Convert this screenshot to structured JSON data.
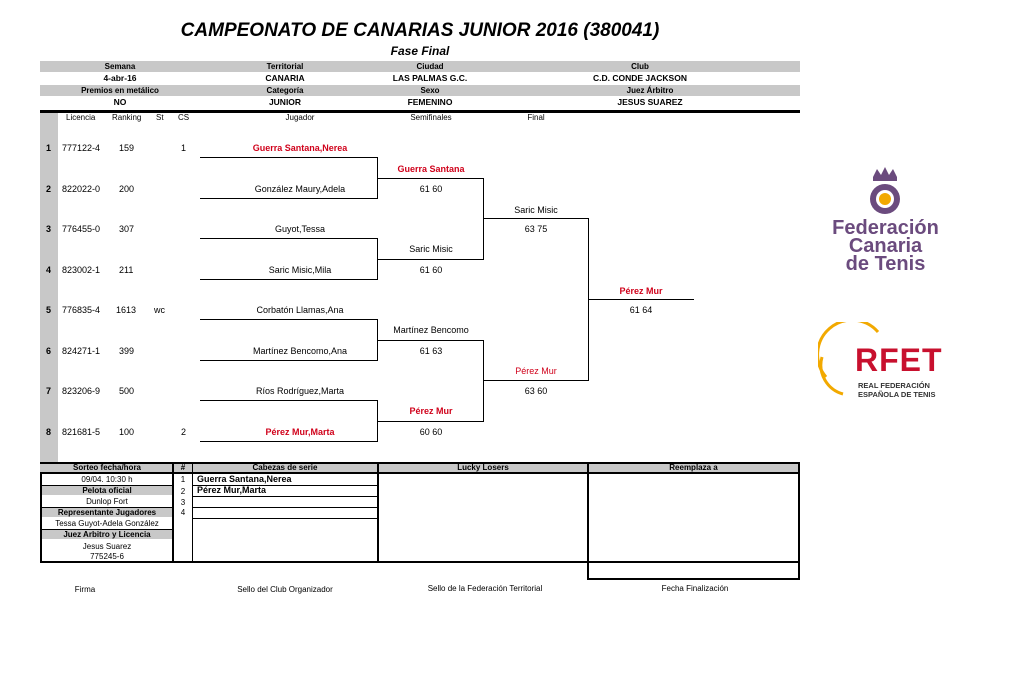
{
  "title": "CAMPEONATO DE CANARIAS JUNIOR 2016 (380041)",
  "subtitle": "Fase Final",
  "info": {
    "semana_label": "Semana",
    "semana": "4-abr-16",
    "territorial_label": "Territorial",
    "territorial": "CANARIA",
    "ciudad_label": "Ciudad",
    "ciudad": "LAS PALMAS G.C.",
    "club_label": "Club",
    "club": "C.D. CONDE JACKSON",
    "premios_label": "Premios en metálico",
    "premios": "NO",
    "categoria_label": "Categoría",
    "categoria": "JUNIOR",
    "sexo_label": "Sexo",
    "sexo": "FEMENINO",
    "juez_label": "Juez Árbitro",
    "juez": "JESUS SUAREZ"
  },
  "columns": {
    "licencia": "Licencia",
    "ranking": "Ranking",
    "st": "St",
    "cs": "CS",
    "jugador": "Jugador",
    "semifinales": "Semifinales",
    "final": "Final"
  },
  "players": [
    {
      "num": "1",
      "licencia": "777122-4",
      "ranking": "159",
      "st": "",
      "cs": "1",
      "name": "Guerra Santana,Nerea"
    },
    {
      "num": "2",
      "licencia": "822022-0",
      "ranking": "200",
      "st": "",
      "cs": "",
      "name": "González Maury,Adela"
    },
    {
      "num": "3",
      "licencia": "776455-0",
      "ranking": "307",
      "st": "",
      "cs": "",
      "name": "Guyot,Tessa"
    },
    {
      "num": "4",
      "licencia": "823002-1",
      "ranking": "211",
      "st": "",
      "cs": "",
      "name": "Saric Misic,Mila"
    },
    {
      "num": "5",
      "licencia": "776835-4",
      "ranking": "1613",
      "st": "wc",
      "cs": "",
      "name": "Corbatón Llamas,Ana"
    },
    {
      "num": "6",
      "licencia": "824271-1",
      "ranking": "399",
      "st": "",
      "cs": "",
      "name": "Martínez Bencomo,Ana"
    },
    {
      "num": "7",
      "licencia": "823206-9",
      "ranking": "500",
      "st": "",
      "cs": "",
      "name": "Ríos Rodríguez,Marta"
    },
    {
      "num": "8",
      "licencia": "821681-5",
      "ranking": "100",
      "st": "",
      "cs": "2",
      "name": "Pérez Mur,Marta"
    }
  ],
  "semifinals": [
    {
      "winner": "Guerra Santana",
      "score": "61 60"
    },
    {
      "winner": "Saric Misic",
      "score": "61 60"
    },
    {
      "winner": "Martínez Bencomo",
      "score": "61 63"
    },
    {
      "winner": "Pérez Mur",
      "score": "60 60"
    }
  ],
  "final_round": [
    {
      "winner": "Saric Misic",
      "score": "63 75"
    },
    {
      "winner": "Pérez Mur",
      "score": "63 60"
    }
  ],
  "champion": {
    "winner": "Pérez Mur",
    "score": "61 64"
  },
  "logos": {
    "fct_line1": "Federación",
    "fct_line2": "Canaria",
    "fct_line3": "de Tenis",
    "rfet": "RFET",
    "rfet_sub1": "REAL FEDERACIÓN",
    "rfet_sub2": "ESPAÑOLA DE TENIS"
  },
  "footer": {
    "sorteo_label": "Sorteo fecha/hora",
    "sorteo": "09/04. 10:30 h",
    "pelota_label": "Pelota oficial",
    "pelota": "Dunlop Fort",
    "representante_label": "Representante Jugadores",
    "representante": "Tessa Guyot-Adela González",
    "juez_label": "Juez Arbitro y Licencia",
    "juez_name": "Jesus Suarez",
    "juez_lic": "775245-6",
    "hash_label": "#",
    "cabezas_label": "Cabezas  de serie",
    "seeds": [
      {
        "n": "1",
        "name": "Guerra Santana,Nerea"
      },
      {
        "n": "2",
        "name": "Pérez Mur,Marta"
      },
      {
        "n": "3",
        "name": ""
      },
      {
        "n": "4",
        "name": ""
      }
    ],
    "lucky_label": "Lucky Losers",
    "reemplaza_label": "Reemplaza a"
  },
  "signatures": {
    "firma": "Firma",
    "sello_club": "Sello del Club Organizador",
    "sello_fed": "Sello de la Federación Territorial",
    "fecha_fin": "Fecha Finalización"
  },
  "colors": {
    "winner_red": "#d0021b",
    "band_gray": "#c8c8c8",
    "fct_purple": "#6b4b7e",
    "rfet_red": "#c8102e",
    "rfet_yellow": "#f2a900"
  }
}
